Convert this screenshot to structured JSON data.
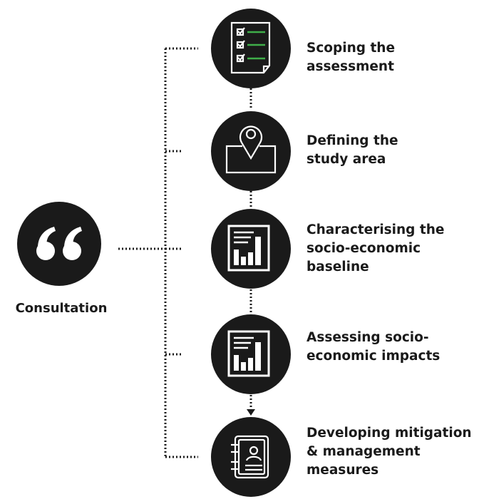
{
  "consultation": {
    "label": "Consultation",
    "icon": "quotation-marks-icon"
  },
  "steps": [
    {
      "label": "Scoping the\nassessment",
      "icon": "checklist-icon"
    },
    {
      "label": "Defining the\nstudy area",
      "icon": "map-pin-icon"
    },
    {
      "label": "Characterising the\nsocio-economic\nbaseline",
      "icon": "bar-chart-report-icon"
    },
    {
      "label": "Assessing socio-\neconomic impacts",
      "icon": "bar-chart-report-icon"
    },
    {
      "label": "Developing mitigation\n& management\nmeasures",
      "icon": "notebook-icon"
    }
  ],
  "colors": {
    "circle": "#1a1a1a",
    "text": "#1a1a1a",
    "check_lines": "#3fae49",
    "icon_stroke": "#ffffff"
  }
}
